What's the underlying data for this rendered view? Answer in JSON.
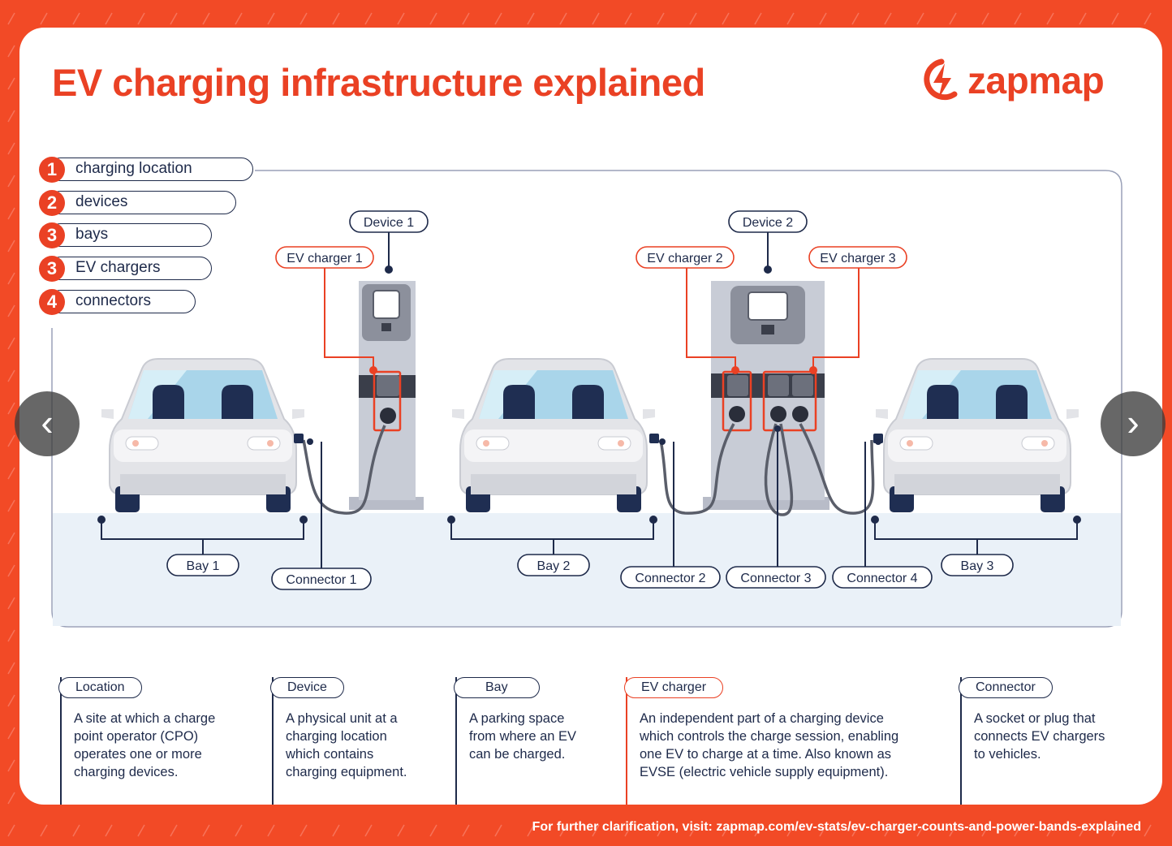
{
  "title": "EV charging infrastructure explained",
  "brand": {
    "name": "zapmap",
    "logo_icon": "bolt-icon"
  },
  "legend": [
    {
      "num": "1",
      "label": "charging location"
    },
    {
      "num": "2",
      "label": "devices"
    },
    {
      "num": "3",
      "label": "bays"
    },
    {
      "num": "3",
      "label": "EV chargers"
    },
    {
      "num": "4",
      "label": "connectors"
    }
  ],
  "labels": {
    "device1": "Device 1",
    "device2": "Device 2",
    "ev_charger1": "EV charger 1",
    "ev_charger2": "EV charger 2",
    "ev_charger3": "EV charger 3",
    "bay1": "Bay 1",
    "bay2": "Bay 2",
    "bay3": "Bay 3",
    "connector1": "Connector 1",
    "connector2": "Connector 2",
    "connector3": "Connector 3",
    "connector4": "Connector 4"
  },
  "definitions": [
    {
      "term": "Location",
      "text": [
        "A site at which a charge",
        "point operator (CPO)",
        "operates one or more",
        "charging devices."
      ]
    },
    {
      "term": "Device",
      "text": [
        "A physical unit at a",
        "charging location",
        "which contains",
        "charging equipment."
      ]
    },
    {
      "term": "Bay",
      "text": [
        "A parking space",
        "from where an EV",
        "can be charged."
      ]
    },
    {
      "term": "EV charger",
      "text": [
        "An independent part of a charging device",
        "which controls the charge session, enabling",
        "one EV to charge at a time. Also known as",
        "EVSE (electric vehicle supply equipment)."
      ]
    },
    {
      "term": "Connector",
      "text": [
        "A socket or plug that",
        "connects EV chargers",
        "to vehicles."
      ]
    }
  ],
  "footer": "For further clarification, visit: zapmap.com/ev-stats/ev-charger-counts-and-power-bands-explained",
  "nav": {
    "prev": "‹",
    "next": "›"
  },
  "colors": {
    "accent": "#ea4124",
    "navy": "#1e2a4a",
    "background": "#f24a26"
  }
}
